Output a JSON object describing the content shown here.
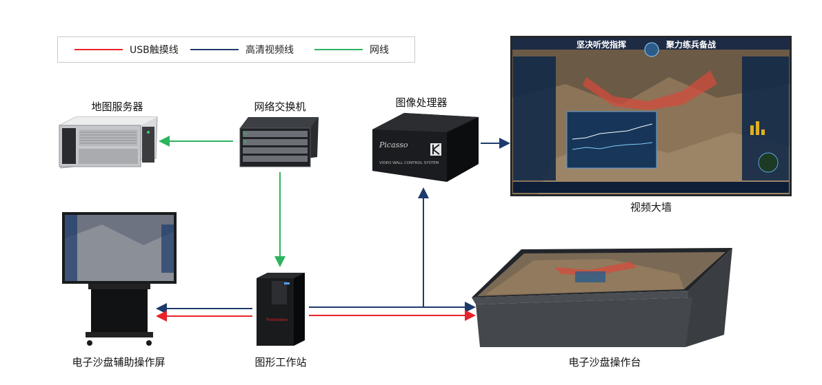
{
  "legend": [
    {
      "label": "USB触摸线",
      "color": "#e8232a"
    },
    {
      "label": "高清视频线",
      "color": "#1d3a6b"
    },
    {
      "label": "网线",
      "color": "#2db35d"
    }
  ],
  "nodes": {
    "map_server": "地图服务器",
    "network_switch": "网络交换机",
    "image_processor": "图像处理器",
    "video_wall": "视频大墙",
    "aux_screen": "电子沙盘辅助操作屏",
    "workstation": "图形工作站",
    "sand_table": "电子沙盘操作台"
  },
  "device_text": {
    "processor_brand": "Picasso",
    "processor_model": "VIDEO WALL CONTROL SYSTEM",
    "workstation_brand": "ThinkStation",
    "wall_title_left": "坚决听党指挥",
    "wall_title_right": "聚力练兵备战"
  }
}
